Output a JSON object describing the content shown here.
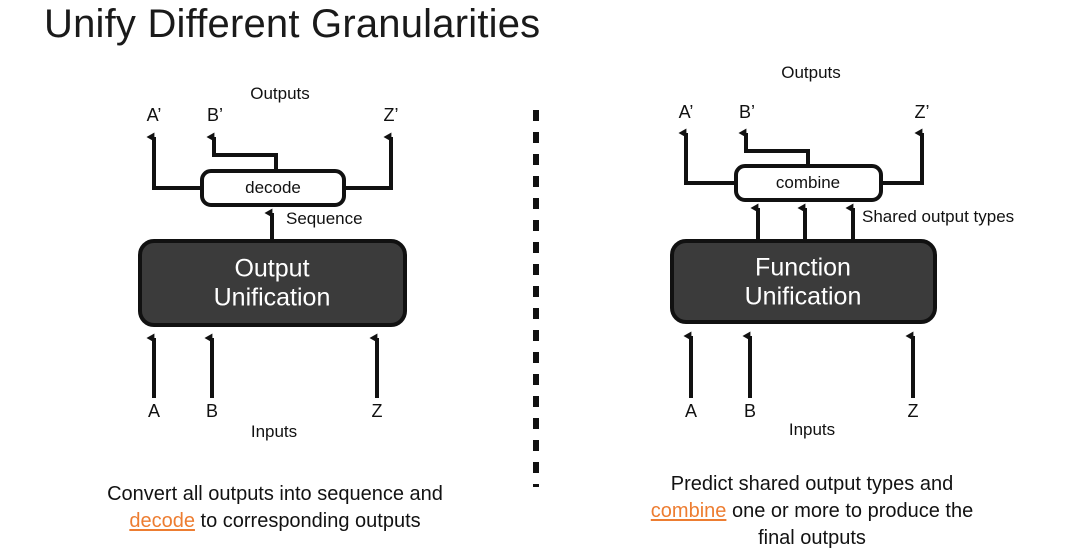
{
  "slide": {
    "title": "Unify Different Granularities",
    "background_color": "#ffffff",
    "text_color": "#111111",
    "accent_color": "#ED7D31",
    "dark_box_color": "#3b3b3b",
    "divider": "dashed-vertical"
  },
  "panels": [
    {
      "id": "left",
      "outputs_label": "Outputs",
      "output_letters": [
        "A’",
        "B’",
        "Z’"
      ],
      "process_box_label": "decode",
      "edge_label": "Sequence",
      "unification_box_line1": "Output",
      "unification_box_line2": "Unification",
      "input_letters": [
        "A",
        "B",
        "Z"
      ],
      "inputs_label": "Inputs",
      "caption_line1": "Convert all outputs into sequence and",
      "caption_highlight": "decode",
      "caption_line2_rest": " to corresponding outputs"
    },
    {
      "id": "right",
      "outputs_label": "Outputs",
      "output_letters": [
        "A’",
        "B’",
        "Z’"
      ],
      "process_box_label": "combine",
      "edge_label": "Shared output types",
      "unification_box_line1": "Function",
      "unification_box_line2": "Unification",
      "input_letters": [
        "A",
        "B",
        "Z"
      ],
      "inputs_label": "Inputs",
      "caption_prefix": "Predict shared output types and",
      "caption_highlight": "combine",
      "caption_mid": " one or more to produce the",
      "caption_suffix": "final outputs"
    }
  ]
}
